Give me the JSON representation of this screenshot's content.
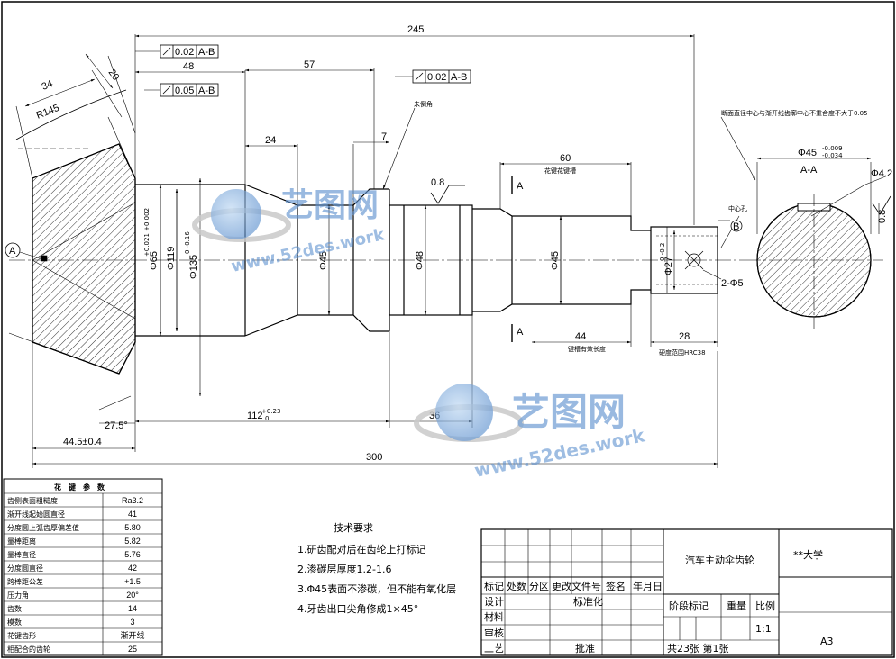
{
  "dimensions": {
    "d245": "245",
    "d48": "48",
    "d57": "57",
    "d24": "24",
    "d7": "7",
    "d60": "60",
    "d44": "44",
    "d28": "28",
    "d36": "36",
    "d300": "300",
    "d34": "34",
    "d20": "20",
    "r145": "R145",
    "d27_5": "27.5°",
    "d44_5": "44.5±0.4",
    "d112": "112",
    "d112_tol": "+0.23",
    "d112_tol2": "0",
    "d45_top": "Φ45",
    "d45_tol1": "-0.009",
    "d45_tol2": "-0.034",
    "d4_2": "Φ4.2",
    "d0_8": "0.8",
    "d2_5": "2-Φ5",
    "dia65": "Φ65",
    "dia65_tol": "+0.021 +0.002",
    "dia119": "Φ119",
    "dia135": "Φ135",
    "dia135_tol": "0 -0.16",
    "dia45a": "Φ45",
    "dia48": "Φ48",
    "dia45b": "Φ45",
    "dia27": "Φ27",
    "dia27_tol": "0 -0.2"
  },
  "tolerances": {
    "fc1_val": "0.02",
    "fc1_ref": "A-B",
    "fc2_val": "0.05",
    "fc2_ref": "A-B",
    "fc3_val": "0.02",
    "fc3_ref": "A-B"
  },
  "notes": {
    "chamfer_note": "未倒角",
    "spline_note": "花键花键槽",
    "hardness_note": "硬度范围HRC38",
    "spline_len_note": "键槽有效长度",
    "center_hole": "中心孔",
    "datum_a": "A",
    "datum_b": "B",
    "section_label": "A-A",
    "section_mark": "A",
    "roughness": "0.8",
    "note_right": "断面直径中心与渐开线齿廓中心不重合度不大于0.05"
  },
  "params": {
    "title": "花　键　参　数",
    "rows": [
      {
        "label": "齿侧表面粗糙度",
        "value": "Ra3.2"
      },
      {
        "label": "渐开线起始圆直径",
        "value": "41"
      },
      {
        "label": "分度圆上弧齿厚偏差值",
        "value": "5.80"
      },
      {
        "label": "量棒距离",
        "value": "5.82"
      },
      {
        "label": "量棒直径",
        "value": "5.76"
      },
      {
        "label": "分度圆直径",
        "value": "42"
      },
      {
        "label": "跨棒距公差",
        "value": "+1.5"
      },
      {
        "label": "压力角",
        "value": "20°"
      },
      {
        "label": "齿数",
        "value": "14"
      },
      {
        "label": "模数",
        "value": "3"
      },
      {
        "label": "花键齿形",
        "value": "渐开线"
      },
      {
        "label": "相配合的齿轮",
        "value": "25"
      }
    ]
  },
  "tech": {
    "heading": "技术要求",
    "items": [
      "1.研齿配对后在齿轮上打标记",
      "2.渗碳层厚度1.2-1.6",
      "3.Φ45表面不渗碳，但不能有氧化层",
      "4.牙齿出口尖角修成1×45°"
    ]
  },
  "titleblock": {
    "part_name": "汽车主动伞齿轮",
    "school": "**大学",
    "hdr": [
      "标记",
      "处数",
      "分区",
      "更改文件号",
      "签名",
      "年月日"
    ],
    "design": "设计",
    "std": "标准化",
    "material": "材料",
    "review": "审核",
    "craft": "工艺",
    "approve": "批准",
    "stage": "阶段标记",
    "weight": "重量",
    "scale_h": "比例",
    "scale_v": "1:1",
    "sheets": "共23张 第1张",
    "format": "A3"
  },
  "watermark": {
    "brand": "艺图网",
    "url": "www.52des.work"
  }
}
